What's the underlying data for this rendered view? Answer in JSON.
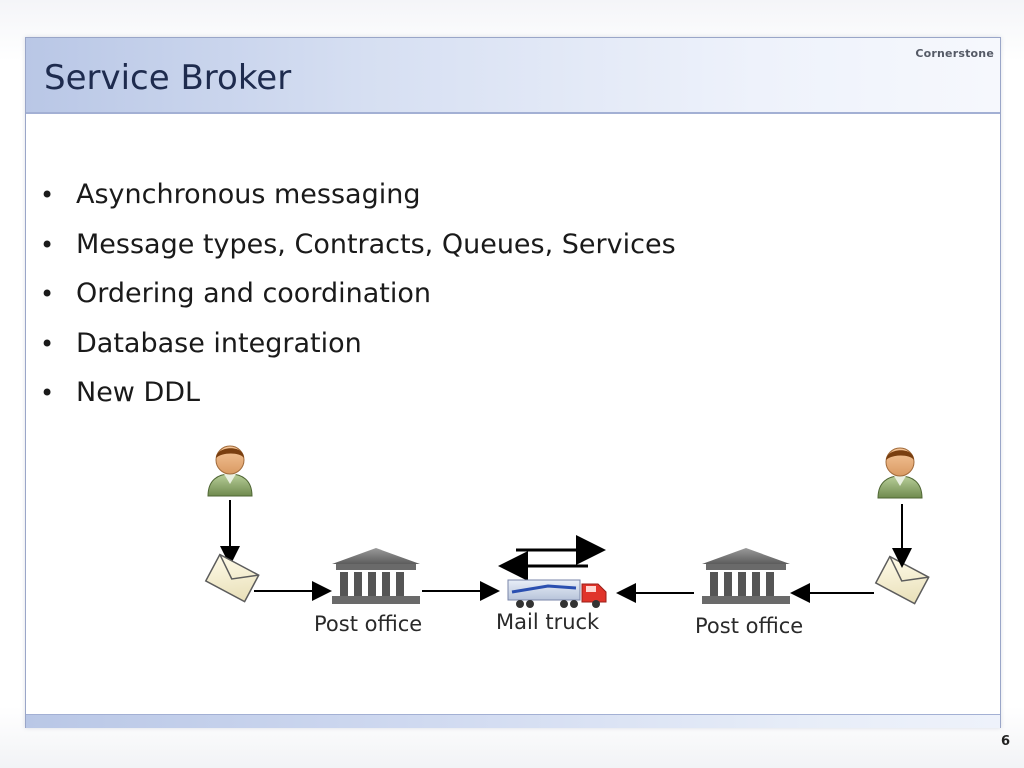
{
  "slide": {
    "title": "Service Broker",
    "logo_text": "Cornerstone",
    "page_number": "6"
  },
  "bullets": [
    {
      "text": "Asynchronous messaging"
    },
    {
      "text": "Message types, Contracts, Queues, Services"
    },
    {
      "text": "Ordering and coordination"
    },
    {
      "text": "Database integration"
    },
    {
      "text": "New DDL"
    }
  ],
  "diagram": {
    "left_office_label": "Post office",
    "truck_label": "Mail truck",
    "right_office_label": "Post office",
    "icons": [
      "person-icon",
      "envelope-icon",
      "post-office-icon",
      "mail-truck-icon",
      "post-office-icon",
      "envelope-icon",
      "person-icon"
    ]
  },
  "colors": {
    "title_text": "#1e2b4e",
    "title_bar_start": "#b9c7e6",
    "title_bar_end": "#f6f8fd",
    "truck_cab": "#e0342a",
    "truck_trailer": "#2a4fb0"
  }
}
